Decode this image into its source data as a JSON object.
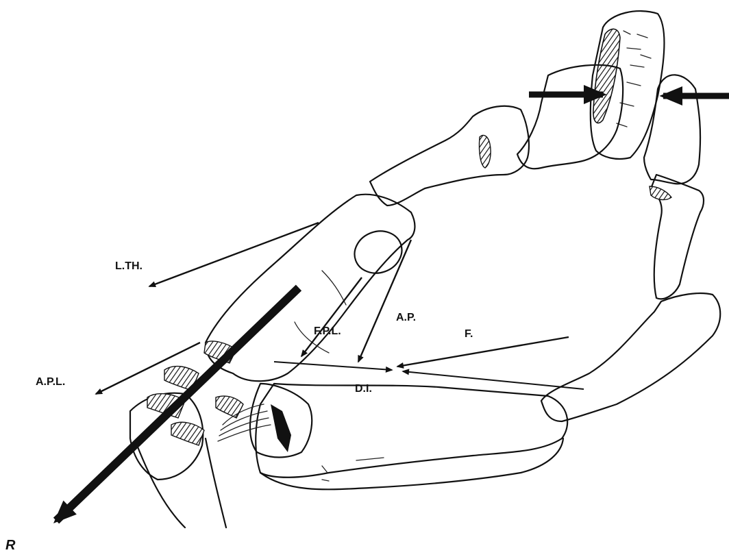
{
  "labels": {
    "l_th": "L.TH.",
    "a_p": "A.P.",
    "f_p_l": "F.P.L.",
    "f": "F.",
    "a_p_l": "A.P.L.",
    "d_i": "D.I.",
    "r": "R"
  }
}
